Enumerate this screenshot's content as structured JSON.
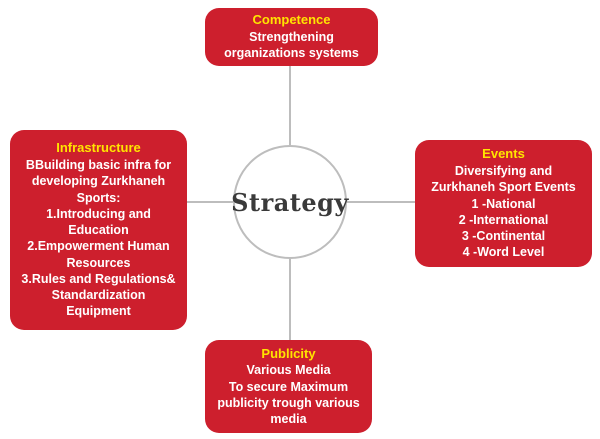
{
  "diagram": {
    "center_label": "Strategy",
    "nodes": {
      "competence": {
        "title": "Competence",
        "body": "Strengthening\norganizations systems"
      },
      "infrastructure": {
        "title": "Infrastructure",
        "body": "BBuilding basic infra for\ndeveloping Zurkhaneh\nSports:\n1.Introducing and\nEducation\n2.Empowerment Human\nResources\n3.Rules and Regulations&\nStandardization\nEquipment"
      },
      "events": {
        "title": "Events",
        "body": "Diversifying and\nZurkhaneh Sport Events\n1 -National\n2 -International\n3 -Continental\n4 -Word Level"
      },
      "publicity": {
        "title": "Publicity",
        "body": "Various Media\nTo secure Maximum\npublicity trough various\nmedia"
      }
    }
  },
  "colors": {
    "box": "#cd1f2d",
    "title": "#ffe400",
    "body-text": "#ffffff",
    "line": "#bdbdbd",
    "strategy-text": "#3a3a3a"
  }
}
